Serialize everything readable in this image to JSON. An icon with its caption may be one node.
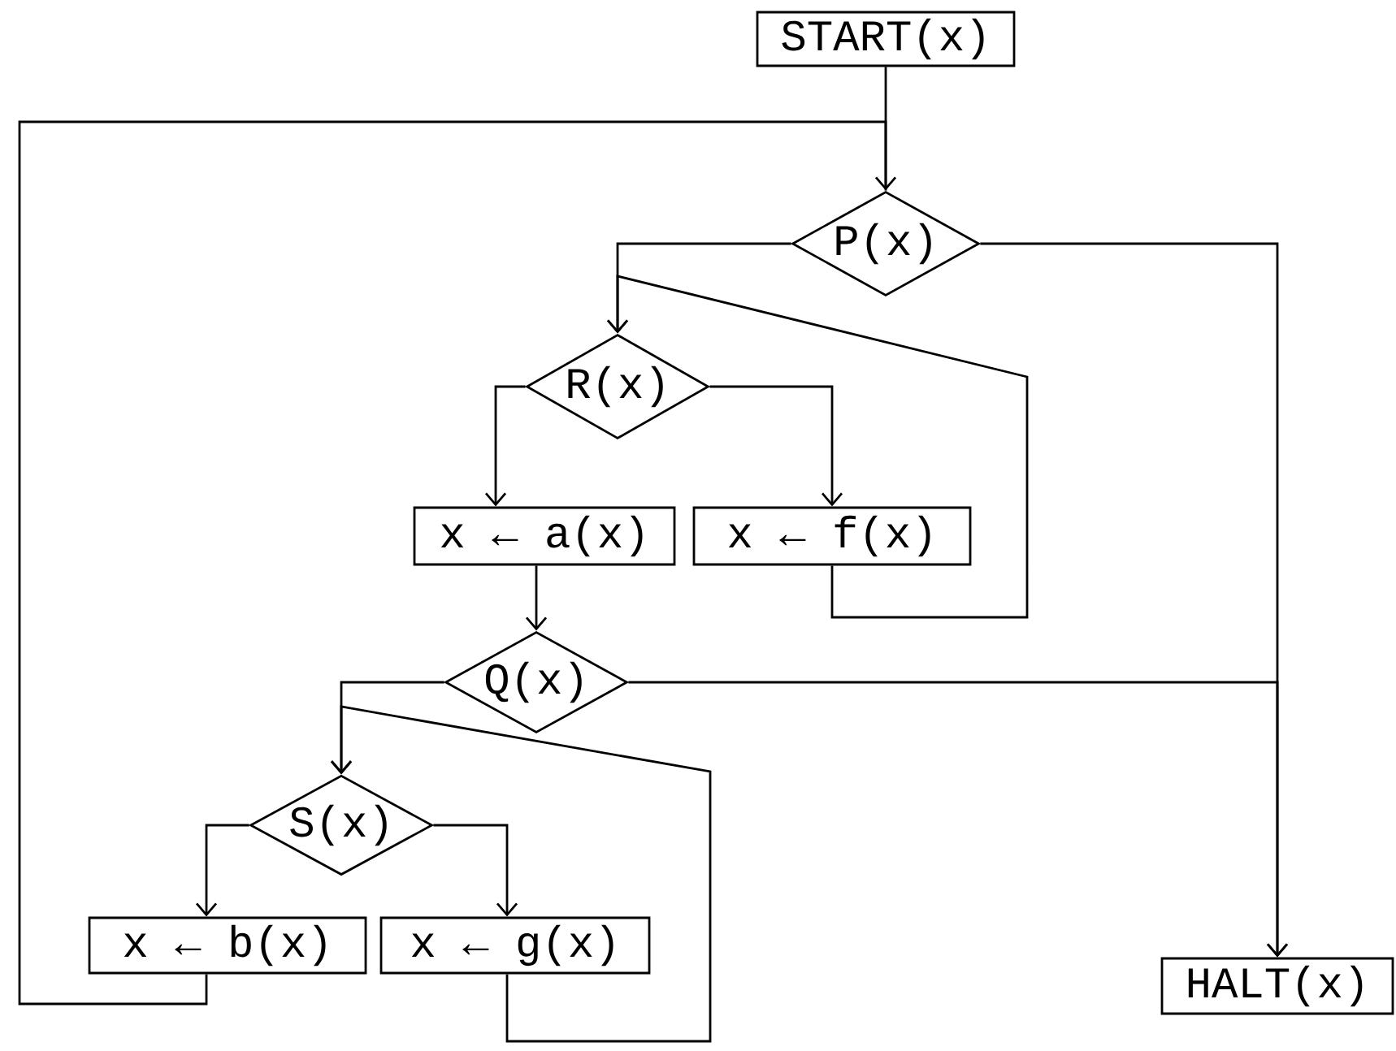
{
  "diagram": {
    "nodes": [
      {
        "text": [
          "START(x)"
        ]
      },
      {
        "text": [
          "P(x)"
        ]
      },
      {
        "text": [
          "R(x)"
        ]
      },
      {
        "text": [
          "x ← a(x)"
        ]
      },
      {
        "text": [
          "x ← f(x)"
        ]
      },
      {
        "text": [
          "Q(x)"
        ]
      },
      {
        "text": [
          "S(x)"
        ]
      },
      {
        "text": [
          "x ← b(x)"
        ]
      },
      {
        "text": [
          "x ← g(x)"
        ]
      },
      {
        "text": [
          "HALT(x)"
        ]
      }
    ],
    "edges": [
      {
        "from": 0,
        "to": 1,
        "arrow": "none"
      },
      {
        "from": 1,
        "to": 2,
        "arrow": "to"
      },
      {
        "from": 1,
        "to": 9,
        "arrow": "to"
      },
      {
        "from": 2,
        "to": 3,
        "arrow": "to"
      },
      {
        "from": 2,
        "to": 4,
        "arrow": "to"
      },
      {
        "from": 4,
        "to": 2,
        "arrow": "to"
      },
      {
        "from": 3,
        "to": 5,
        "arrow": "to"
      },
      {
        "from": 5,
        "to": 6,
        "arrow": "to"
      },
      {
        "from": 5,
        "to": 9,
        "arrow": "to"
      },
      {
        "from": 6,
        "to": 7,
        "arrow": "to"
      },
      {
        "from": 6,
        "to": 8,
        "arrow": "to"
      },
      {
        "from": 7,
        "to": 1,
        "arrow": "to"
      },
      {
        "from": 8,
        "to": 6,
        "arrow": "to"
      }
    ]
  }
}
